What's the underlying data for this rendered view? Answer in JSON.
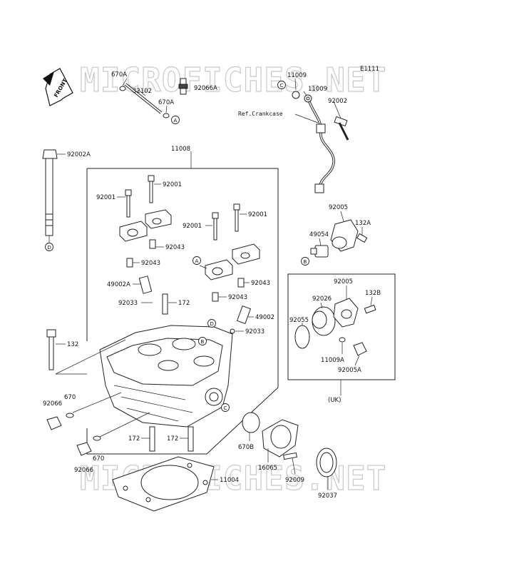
{
  "diagram_code": "E1111",
  "watermark": [
    "MICROFICHES.NET",
    "MICROFICHES.NET"
  ],
  "front_marker": "FRONT",
  "ref_crankcase": "Ref.Crankcase",
  "uk_label": "(UK)",
  "callouts": [
    "A",
    "B",
    "C",
    "D"
  ],
  "labels": {
    "l670A_top": "670A",
    "l32102": "32102",
    "l670A_mid": "670A",
    "l92066A": "92066A",
    "l11009_a": "11009",
    "l11009_b": "11009",
    "l92002": "92002",
    "l92002A": "92002A",
    "l11008": "11008",
    "l92001_a": "92001",
    "l92001_b": "92001",
    "l92001_c": "92001",
    "l92001_d": "92001",
    "l92043_a": "92043",
    "l92043_b": "92043",
    "l92043_c": "92043",
    "l92043_d": "92043",
    "l49002A": "49002A",
    "l92033_a": "92033",
    "l172_a": "172",
    "l49002": "49002",
    "l92033_b": "92033",
    "l132": "132",
    "l92066_a": "92066",
    "l670_a": "670",
    "l172_b": "172",
    "l172_c": "172",
    "l670_b": "670",
    "l92066_b": "92066",
    "l11004": "11004",
    "l92005_a": "92005",
    "l132A": "132A",
    "l49054": "49054",
    "l92005_b": "92005",
    "l92026": "92026",
    "l132B": "132B",
    "l92055": "92055",
    "l11009A": "11009A",
    "l92005A": "92005A",
    "l670B": "670B",
    "l16065": "16065",
    "l92009": "92009",
    "l92037": "92037"
  }
}
